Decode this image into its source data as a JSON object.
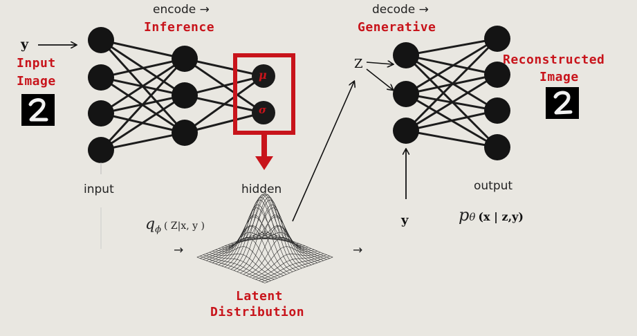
{
  "encoder": {
    "heading": "encode →",
    "title": "Inference",
    "layer_label": "input",
    "input_label_line1": "Input",
    "input_label_line2": "Image",
    "y_label": "y",
    "mu_symbol": "μ",
    "sigma_symbol": "σ",
    "hidden_label": "hidden",
    "q_symbol": "q",
    "q_subscript": "ϕ",
    "q_args": "( Z|x, y )"
  },
  "latent": {
    "title_line1": "Latent",
    "title_line2": "Distribution",
    "arrow_left": "→",
    "arrow_right": "→"
  },
  "decoder": {
    "heading": "decode →",
    "title": "Generative",
    "z_label": "Z",
    "y_label": "y",
    "layer_label": "output",
    "p_symbol": "p",
    "p_subscript": "θ",
    "p_args": "(x | z,y)",
    "output_label_line1": "Reconstructed",
    "output_label_line2": "Image"
  },
  "colors": {
    "node": "#141414",
    "edge": "#1c1c1c",
    "highlight": "#c8141b",
    "background": "#e9e7e1"
  }
}
